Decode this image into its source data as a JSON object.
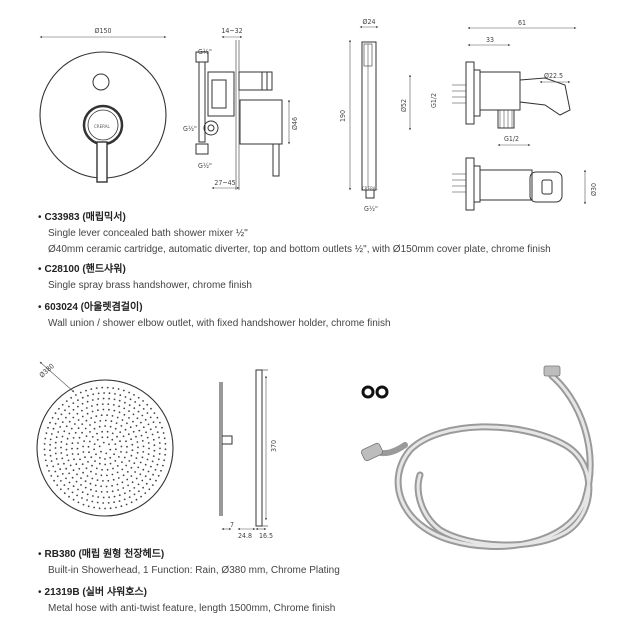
{
  "dims": {
    "d150": "Ø150",
    "d14_32": "14~32",
    "g12_a": "G½\"",
    "g12_b": "G½\"",
    "g12_c": "G½\"",
    "d46": "Ø46",
    "d27_45": "27~45",
    "d24": "Ø24",
    "d190": "190",
    "g12_d": "G½\"",
    "d61": "61",
    "d33": "33",
    "d22_5": "Ø22.5",
    "d52": "Ø52",
    "g12_side": "G1/2",
    "g12_bottom": "G1/2",
    "d30": "Ø30",
    "d380": "Ø380",
    "d370": "370",
    "d7": "7",
    "d24_8": "24.8",
    "d16_5": "16.5",
    "brand_mark": "CRERAL"
  },
  "items": [
    {
      "code": "C33983",
      "name": "(매립믹서)",
      "lines": [
        "Single lever concealed bath shower mixer ½\"",
        "Ø40mm ceramic cartridge, automatic diverter, top and bottom outlets ½\", with Ø150mm cover plate, chrome finish"
      ]
    },
    {
      "code": "C28100",
      "name": "(핸드샤워)",
      "lines": [
        "Single spray brass handshower, chrome finish"
      ]
    },
    {
      "code": "603024",
      "name": "(아울렛겸걸이)",
      "lines": [
        "Wall union / shower elbow outlet, with fixed handshower holder, chrome finish"
      ]
    },
    {
      "code": "RB380",
      "name": "(매립 원형 천장헤드)",
      "lines": [
        "Built-in Showerhead, 1 Function: Rain, Ø380 mm, Chrome Plating"
      ]
    },
    {
      "code": "21319B",
      "name": "(실버 샤워호스)",
      "lines": [
        "Metal hose with anti-twist feature, length 1500mm, Chrome finish"
      ]
    }
  ]
}
